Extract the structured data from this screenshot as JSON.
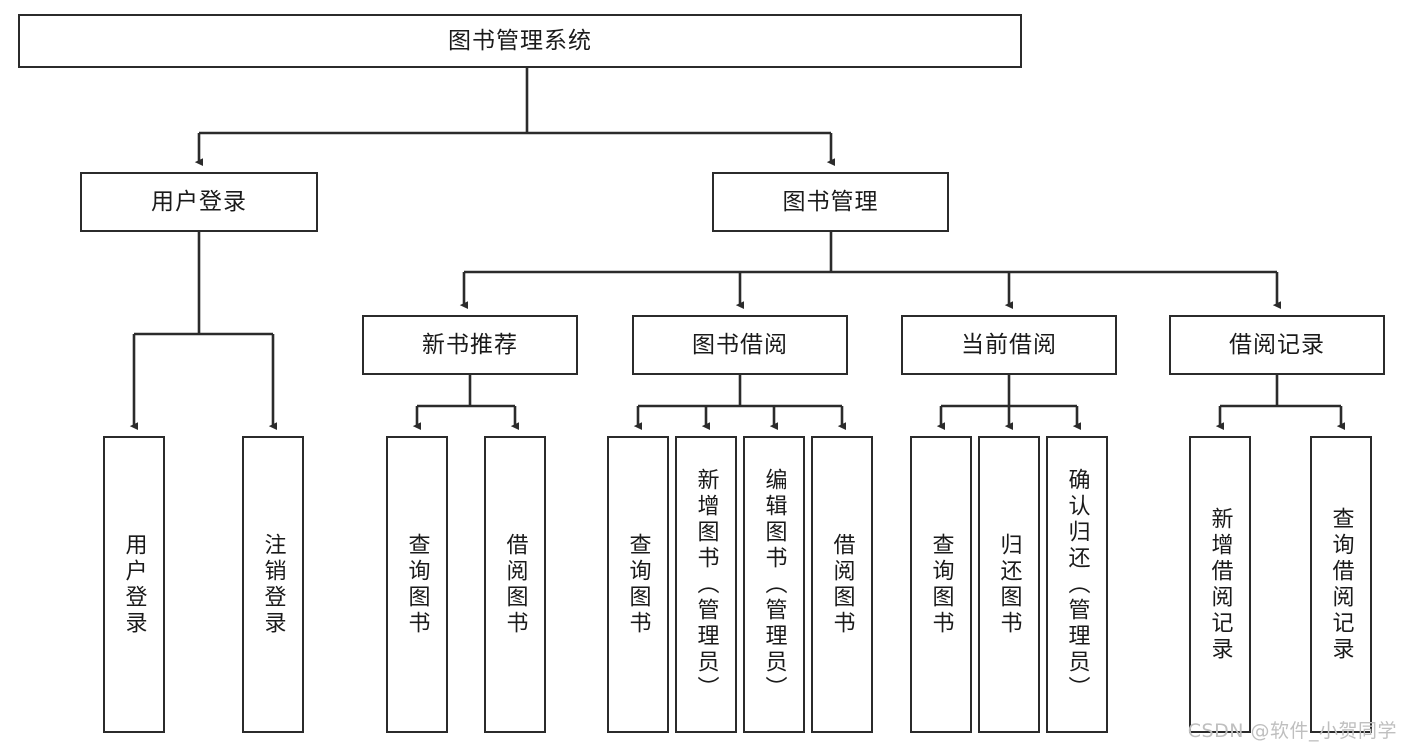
{
  "diagram": {
    "title": "图书管理系统",
    "type": "tree-hierarchy",
    "root": {
      "label": "图书管理系统"
    },
    "level2": [
      {
        "label": "用户登录"
      },
      {
        "label": "图书管理"
      }
    ],
    "level3": [
      {
        "label": "新书推荐"
      },
      {
        "label": "图书借阅"
      },
      {
        "label": "当前借阅"
      },
      {
        "label": "借阅记录"
      }
    ],
    "leaves": {
      "user_login": [
        {
          "label": "用户登录"
        },
        {
          "label": "注销登录"
        }
      ],
      "new_book_recommend": [
        {
          "label": "查询图书"
        },
        {
          "label": "借阅图书"
        }
      ],
      "book_borrow": [
        {
          "label": "查询图书"
        },
        {
          "label": "新增图书（管理员）"
        },
        {
          "label": "编辑图书（管理员）"
        },
        {
          "label": "借阅图书"
        }
      ],
      "current_borrow": [
        {
          "label": "查询图书"
        },
        {
          "label": "归还图书"
        },
        {
          "label": "确认归还（管理员）"
        }
      ],
      "borrow_record": [
        {
          "label": "新增借阅记录"
        },
        {
          "label": "查询借阅记录"
        }
      ]
    }
  },
  "watermark": {
    "text": "CSDN @软件_小贺同学"
  },
  "colors": {
    "border": "#2b2b2b",
    "text": "#1a1a1a",
    "background": "#ffffff",
    "watermark": "#bfbfbf"
  }
}
